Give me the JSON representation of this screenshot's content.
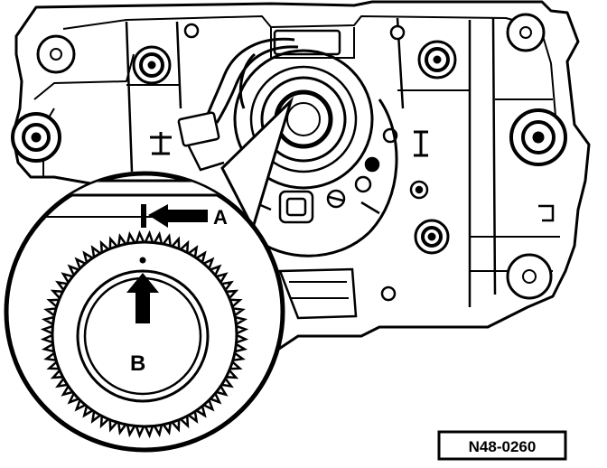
{
  "labels": {
    "a": "A",
    "b": "B"
  },
  "reference_code": "N48-0260",
  "colors": {
    "ink": "#000000",
    "paper": "#ffffff",
    "shade": "#d8d8d8"
  }
}
